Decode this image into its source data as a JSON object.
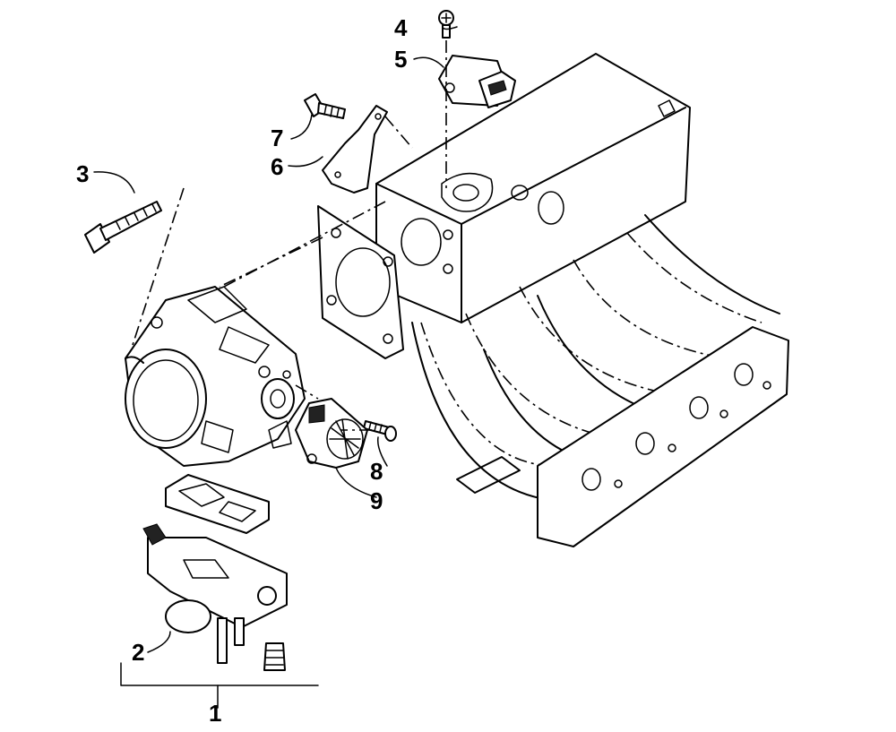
{
  "diagram": {
    "callouts": [
      {
        "id": "1",
        "label": "1"
      },
      {
        "id": "2",
        "label": "2"
      },
      {
        "id": "3",
        "label": "3"
      },
      {
        "id": "4",
        "label": "4"
      },
      {
        "id": "5",
        "label": "5"
      },
      {
        "id": "6",
        "label": "6"
      },
      {
        "id": "7",
        "label": "7"
      },
      {
        "id": "8",
        "label": "8"
      },
      {
        "id": "9",
        "label": "9"
      }
    ],
    "parts": [
      "intake-manifold",
      "throttle-body",
      "gasket",
      "idle-air-control-valve",
      "flange-bolt",
      "screw",
      "map-sensor",
      "bracket",
      "bolt",
      "throttle-position-sensor"
    ]
  }
}
